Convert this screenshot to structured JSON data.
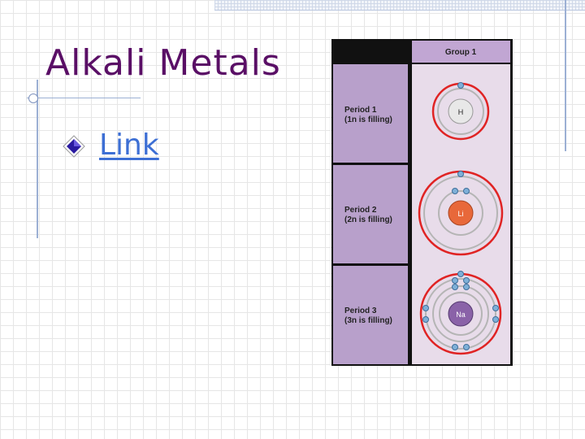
{
  "slide": {
    "title": "Alkali Metals",
    "link_label": "Link"
  },
  "figure": {
    "column_header": "Group 1",
    "rows": [
      {
        "period": "Period 1",
        "note": "(1n is filling)",
        "element": "H"
      },
      {
        "period": "Period 2",
        "note": "(2n is filling)",
        "element": "Li"
      },
      {
        "period": "Period 3",
        "note": "(3n is filling)",
        "element": "Na"
      }
    ]
  },
  "colors": {
    "title": "#5a0f66",
    "link": "#3d6fd4",
    "label_panel": "#b8a0cb",
    "atom_panel": "#e8dcea",
    "header_panel": "#c1a6d3",
    "orbit_red": "#e02424",
    "hydrogen_nucleus": "#e8e8e8",
    "lithium_nucleus": "#e8683a",
    "sodium_nucleus": "#8a62a8",
    "electron": "#7fb0d8"
  },
  "icons": [
    "diamond-bullet-icon"
  ]
}
